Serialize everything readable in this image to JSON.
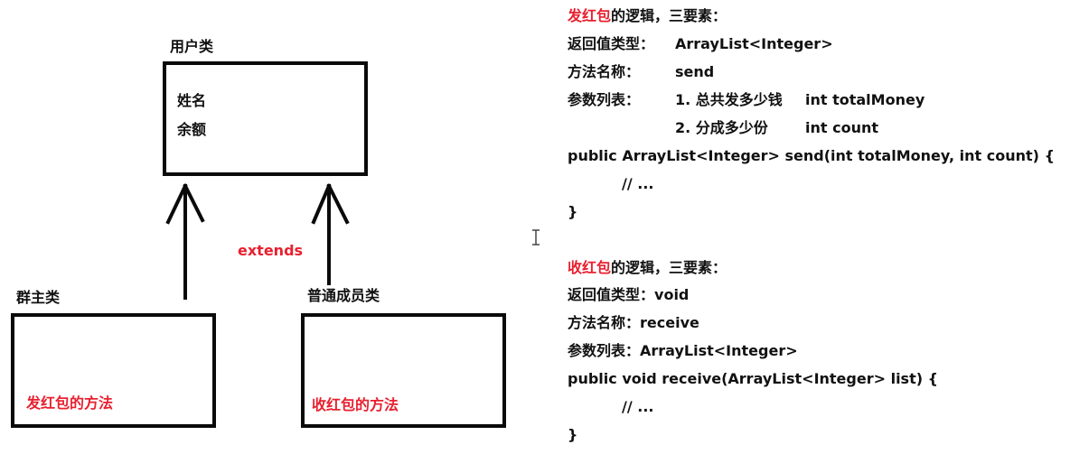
{
  "diagram": {
    "parent_class": {
      "title": "用户类",
      "fields": [
        "姓名",
        "余额"
      ]
    },
    "child_classes": [
      {
        "title": "群主类",
        "method": "发红包的方法"
      },
      {
        "title": "普通成员类",
        "method": "收红包的方法"
      }
    ],
    "relation_label": "extends",
    "colors": {
      "accent": "#e8202f",
      "line": "#0a0a0a"
    }
  },
  "notes": {
    "send": {
      "heading_red": "发红包",
      "heading_rest": "的逻辑，三要素：",
      "return_label": "返回值类型：",
      "return_value": "ArrayList<Integer>",
      "name_label": "方法名称：",
      "name_value": "send",
      "params_label": "参数列表：",
      "params": [
        {
          "desc": "1. 总共发多少钱",
          "code": "int totalMoney"
        },
        {
          "desc": "2. 分成多少份",
          "code": "int count"
        }
      ],
      "signature": "public ArrayList<Integer> send(int totalMoney, int count) {",
      "body": "// ...",
      "close": "}"
    },
    "receive": {
      "heading_red": "收红包",
      "heading_rest": "的逻辑，三要素：",
      "return_label": "返回值类型：",
      "return_value": "void",
      "name_label": "方法名称：",
      "name_value": "receive",
      "params_label": "参数列表：",
      "params_value": "ArrayList<Integer>",
      "signature": "public void receive(ArrayList<Integer> list) {",
      "body": "// ...",
      "close": "}"
    }
  }
}
